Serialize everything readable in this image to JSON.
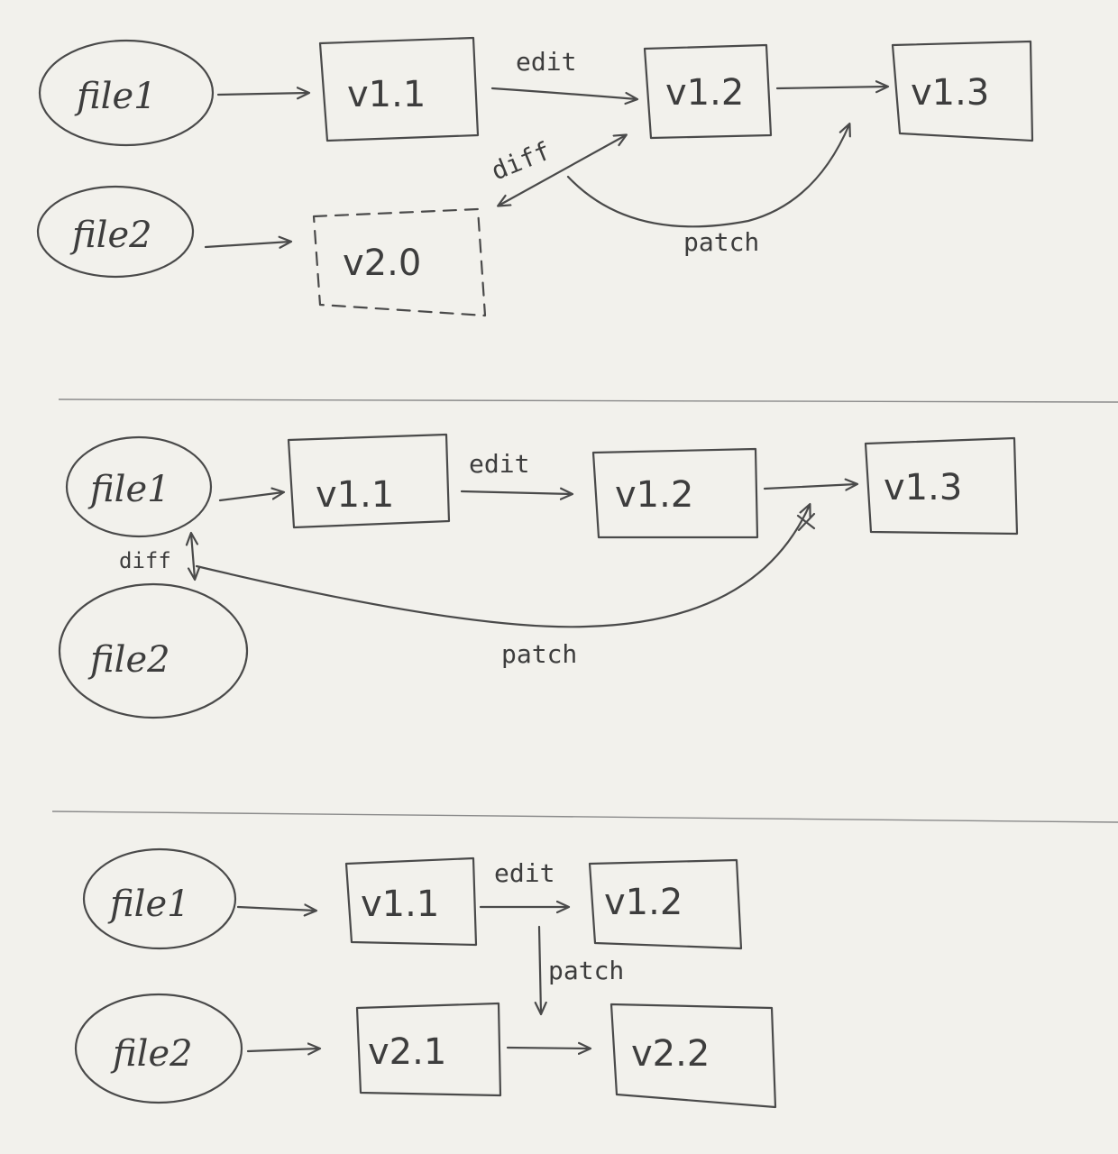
{
  "panels": [
    {
      "nodes": {
        "file1": "file1",
        "file2": "file2"
      },
      "versions": {
        "v11": "v1.1",
        "v12": "v1.2",
        "v13": "v1.3",
        "v20": "v2.0"
      },
      "edges": {
        "edit": "edit",
        "diff": "diff",
        "patch": "patch"
      }
    },
    {
      "nodes": {
        "file1": "file1",
        "file2": "file2"
      },
      "versions": {
        "v11": "v1.1",
        "v12": "v1.2",
        "v13": "v1.3"
      },
      "edges": {
        "edit": "edit",
        "diff": "diff",
        "patch": "patch"
      }
    },
    {
      "nodes": {
        "file1": "file1",
        "file2": "file2"
      },
      "versions": {
        "v11": "v1.1",
        "v12": "v1.2",
        "v21": "v2.1",
        "v22": "v2.2"
      },
      "edges": {
        "edit": "edit",
        "patch": "patch"
      }
    }
  ]
}
